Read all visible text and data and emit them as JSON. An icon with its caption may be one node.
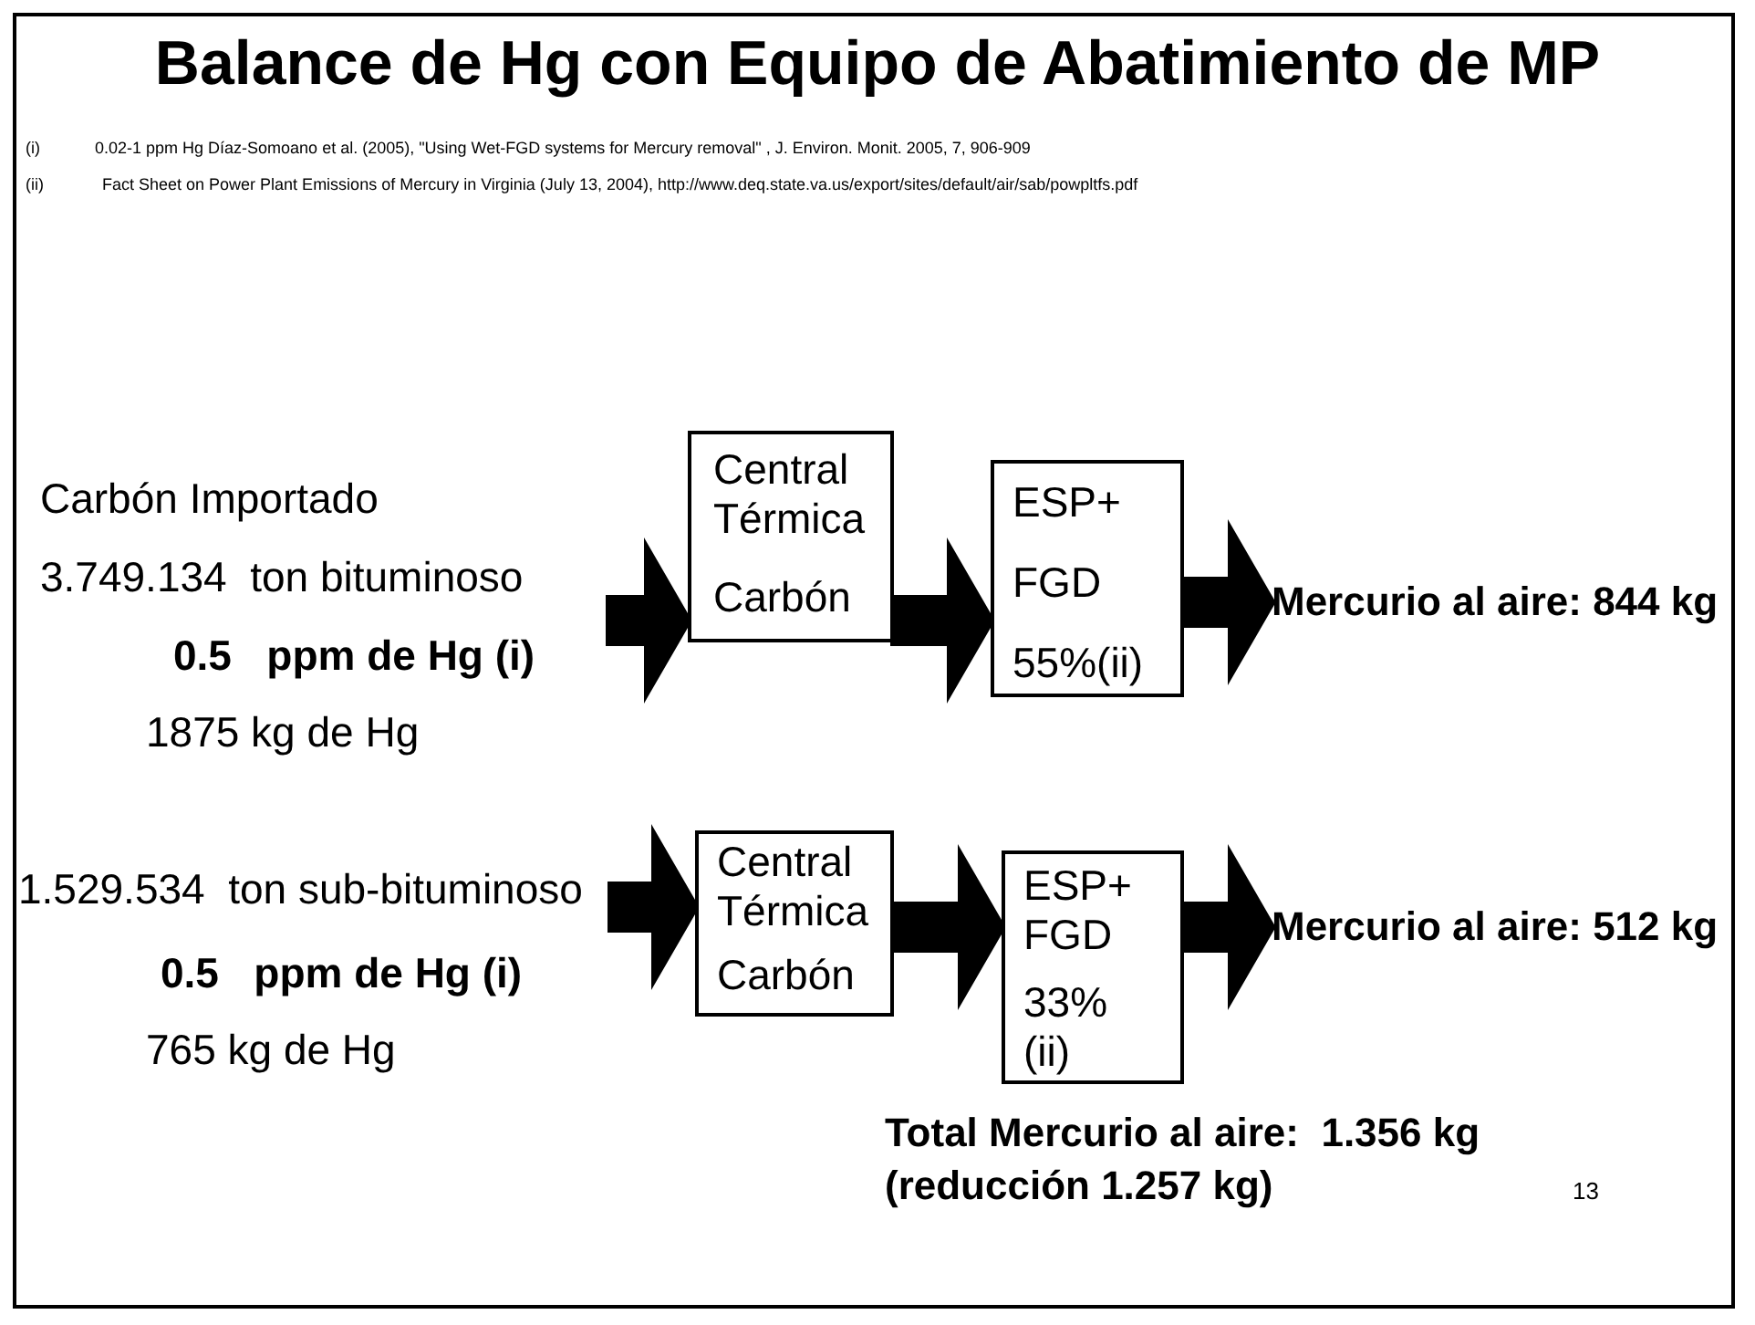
{
  "diagram": {
    "title": "Balance de Hg con Equipo de Abatimiento de MP",
    "nodes": [
      {
        "text": [
          "Carbón Importado",
          "3.749.134  ton bituminoso",
          "**0.5   ppm de Hg (i)**",
          "1875 kg de Hg"
        ]
      },
      {
        "text": [
          "Central Térmica",
          "Carbón"
        ]
      },
      {
        "text": [
          "ESP+",
          "FGD",
          "55%(ii)"
        ]
      },
      {
        "text": [
          "Mercurio al aire: 844 kg"
        ]
      },
      {
        "text": [
          "1.529.534  ton sub-bituminoso",
          "**0.5   ppm de Hg (i)**",
          "765 kg de Hg"
        ]
      },
      {
        "text": [
          "Central Térmica",
          "Carbón"
        ]
      },
      {
        "text": [
          "ESP+ FGD",
          "33% (ii)"
        ]
      },
      {
        "text": [
          "Mercurio al aire: 512 kg"
        ]
      }
    ],
    "edges": [
      {
        "from": 0,
        "to": 1,
        "arrow": "to",
        "style": "thick"
      },
      {
        "from": 1,
        "to": 2,
        "arrow": "to",
        "style": "thick"
      },
      {
        "from": 2,
        "to": 3,
        "arrow": "to",
        "style": "thick"
      },
      {
        "from": 4,
        "to": 5,
        "arrow": "to",
        "style": "thick"
      },
      {
        "from": 5,
        "to": 6,
        "arrow": "to",
        "style": "thick"
      },
      {
        "from": 6,
        "to": 7,
        "arrow": "to",
        "style": "thick"
      }
    ],
    "labels": [
      "(i)",
      "0.02-1 ppm Hg Díaz-Somoano et al. (2005), \"Using Wet-FGD systems for Mercury removal\" , J. Environ. Monit. 2005, 7, 906-909",
      "(ii)",
      "Fact Sheet on Power Plant Emissions of Mercury in Virginia (July 13, 2004), http://www.deq.state.va.us/export/sites/default/air/sab/powpltfs.pdf",
      "Total Mercurio al aire:  1.356 kg",
      "(reducción 1.257 kg)",
      "13"
    ]
  }
}
